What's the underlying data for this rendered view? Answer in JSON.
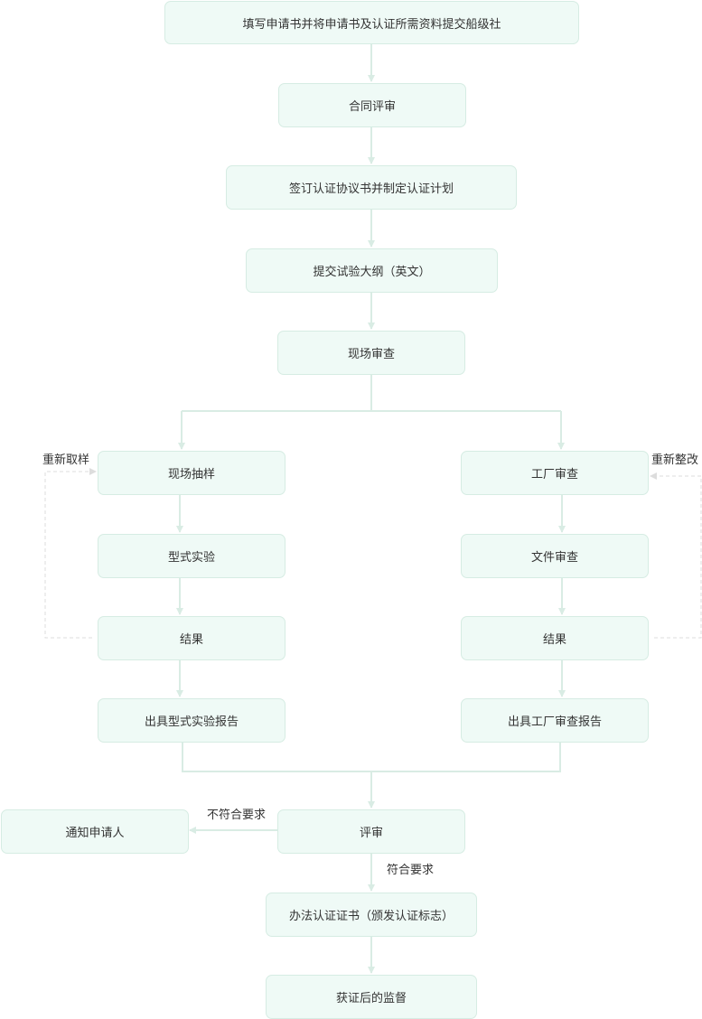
{
  "nodes": {
    "submit_application": "填写申请书并将申请书及认证所需资料提交船级社",
    "contract_review": "合同评审",
    "sign_agreement": "签订认证协议书并制定认证计划",
    "submit_outline": "提交试验大纲（英文）",
    "site_review": "现场审查",
    "site_sampling": "现场抽样",
    "type_test": "型式实验",
    "result_left": "结果",
    "type_test_report": "出具型式实验报告",
    "factory_review": "工厂审查",
    "document_review": "文件审查",
    "result_right": "结果",
    "factory_review_report": "出具工厂审查报告",
    "evaluation": "评审",
    "notify_applicant": "通知申请人",
    "issue_certificate": "办法认证证书（颁发认证标志）",
    "post_supervision": "获证后的监督"
  },
  "edge_labels": {
    "resample": "重新取样",
    "rectify": "重新整改",
    "not_compliant": "不符合要求",
    "compliant": "符合要求"
  },
  "colors": {
    "node_fill": "#effaf6",
    "node_border": "#d6ece3",
    "connector": "#d9ece4",
    "dashed_loop": "#dddddd",
    "text": "#333333"
  }
}
